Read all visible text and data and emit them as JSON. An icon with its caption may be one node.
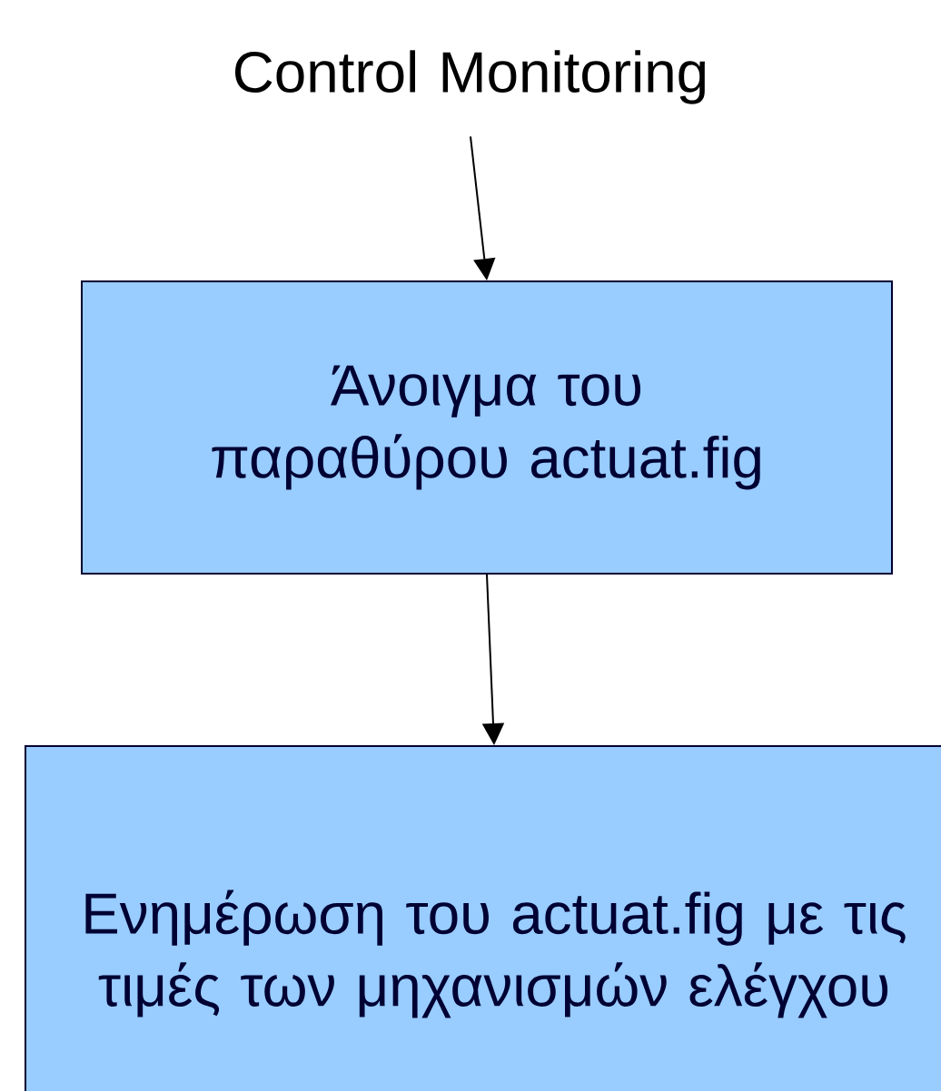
{
  "diagram": {
    "nodes": [
      {
        "text": [
          "Control Monitoring"
        ]
      },
      {
        "text": [
          "Άνοιγμα του παραθύρου actuat.fig"
        ]
      },
      {
        "text": [
          "Ενημέρωση του actuat.fig με τις τιμές των μηχανισμών ελέγχου"
        ]
      }
    ],
    "edges": [
      {
        "from": 0,
        "to": 1,
        "arrow": "to"
      },
      {
        "from": 1,
        "to": 2,
        "arrow": "to"
      }
    ]
  }
}
